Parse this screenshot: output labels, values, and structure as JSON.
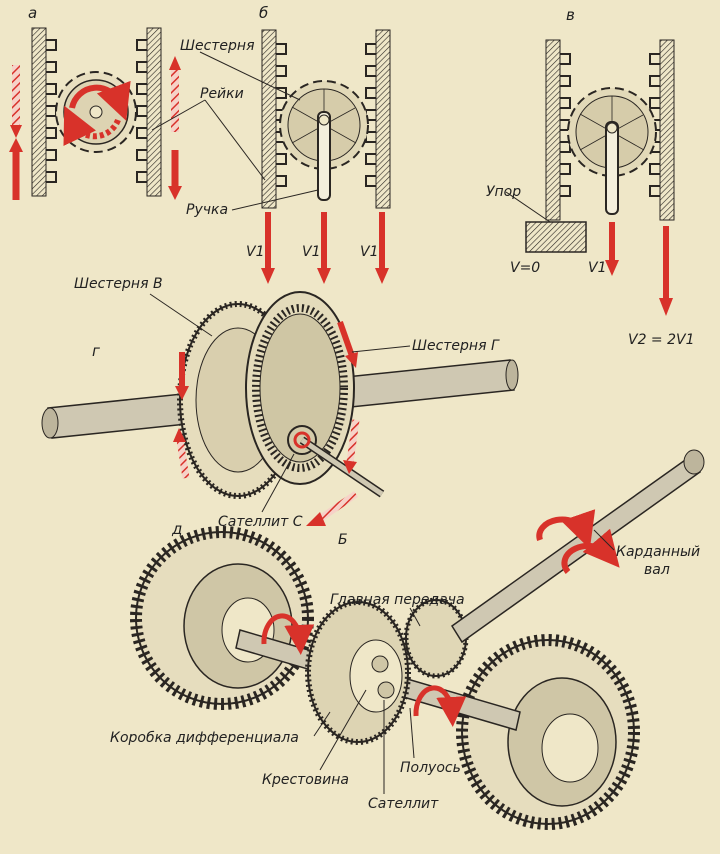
{
  "panel_letters": {
    "a": "а",
    "b": "б",
    "v": "в",
    "g": "г",
    "d": "д"
  },
  "labels": {
    "gear": "Шестерня",
    "racks": "Рейки",
    "handle": "Ручка",
    "stop": "Упор",
    "v1": "V1",
    "v0": "V=0",
    "v2": "V2 = 2V1",
    "gear_b": "Шестерня В",
    "gear_g": "Шестерня Г",
    "satellite_c": "Сателлит С",
    "b_mark": "Б",
    "cardan_1": "Карданный",
    "cardan_2": "вал",
    "main_gear": "Главная передача",
    "diff_box": "Коробка дифференциала",
    "cross": "Крестовина",
    "satellite": "Сателлит",
    "half_shaft": "Полуось"
  },
  "colors": {
    "ink": "#2a2622",
    "arrow_red": "#d8322a",
    "paper": "#efe7c8",
    "metal": "#cfc8b2"
  }
}
